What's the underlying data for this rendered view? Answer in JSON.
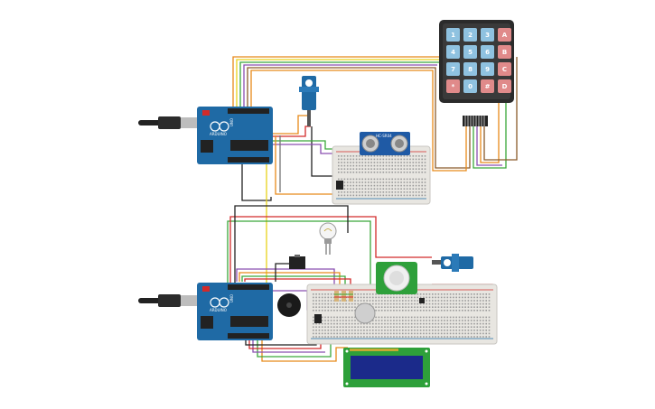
{
  "keypad": {
    "keys": [
      "1",
      "2",
      "3",
      "A",
      "4",
      "5",
      "6",
      "B",
      "7",
      "8",
      "9",
      "C",
      "*",
      "0",
      "#",
      "D"
    ],
    "digit_color": "#8fc2e0",
    "letter_color": "#e08a8a"
  },
  "arduino_top": {
    "brand": "UNO",
    "maker": "ARDUINO"
  },
  "arduino_bottom": {
    "brand": "UNO",
    "maker": "ARDUINO"
  },
  "ultrasonic": {
    "label": "HC-SR04"
  },
  "colors": {
    "board": "#1f6aa5",
    "breadboard": "#e8e6e1",
    "wire_orange": "#e88a1a",
    "wire_green": "#3aa83a",
    "wire_purple": "#8a4fb0",
    "wire_red": "#d22a2a",
    "wire_yellow": "#e8d21a",
    "wire_black": "#222222",
    "wire_brown": "#8a5a2a",
    "lcd_screen": "#1b2a8a",
    "lcd_board": "#2ea03a",
    "pir": "#2ea03a"
  }
}
